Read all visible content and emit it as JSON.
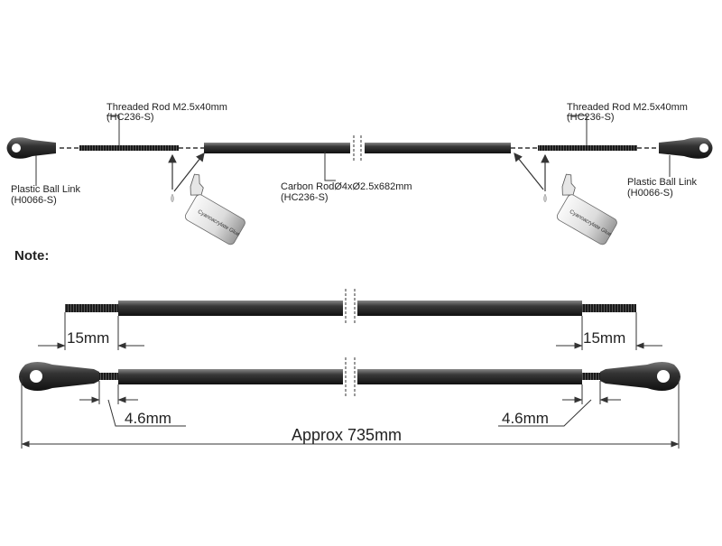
{
  "labels": {
    "threaded_rod_left": "Threaded Rod M2.5x40mm",
    "threaded_rod_left_code": "(HC236-S)",
    "threaded_rod_right": "Threaded Rod M2.5x40mm",
    "threaded_rod_right_code": "(HC236-S)",
    "ball_link_left": "Plastic Ball Link",
    "ball_link_left_code": "(H0066-S)",
    "ball_link_right": "Plastic Ball Link",
    "ball_link_right_code": "(H0066-S)",
    "carbon_rod": "Carbon RodØ4xØ2.5x682mm",
    "carbon_rod_code": "(HC236-S)",
    "glue_left": "Cyanoacrylate Glue",
    "glue_right": "Cyanoacrylate Glue"
  },
  "note": "Note:",
  "dimensions": {
    "insert_left": "15mm",
    "insert_right": "15mm",
    "gap_left": "4.6mm",
    "gap_right": "4.6mm",
    "overall": "Approx 735mm"
  }
}
